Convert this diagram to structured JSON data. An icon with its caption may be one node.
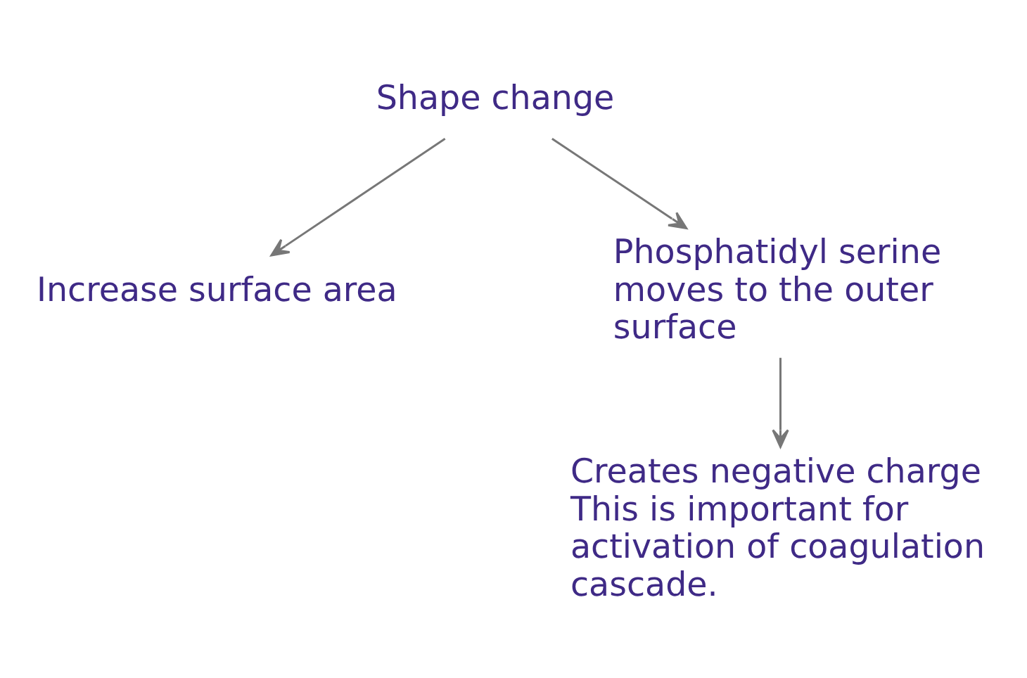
{
  "diagram": {
    "nodes": [
      {
        "text": [
          "Shape change"
        ]
      },
      {
        "text": [
          "Increase surface area"
        ]
      },
      {
        "text": [
          "Phosphatidyl serine moves to the outer surface"
        ]
      },
      {
        "text": [
          "Creates negative charge This is important for activation of coagulation cascade."
        ]
      }
    ],
    "edges": [
      {
        "from": 0,
        "to": 1,
        "arrow": "to"
      },
      {
        "from": 0,
        "to": 2,
        "arrow": "to"
      },
      {
        "from": 2,
        "to": 3,
        "arrow": "to"
      }
    ]
  }
}
